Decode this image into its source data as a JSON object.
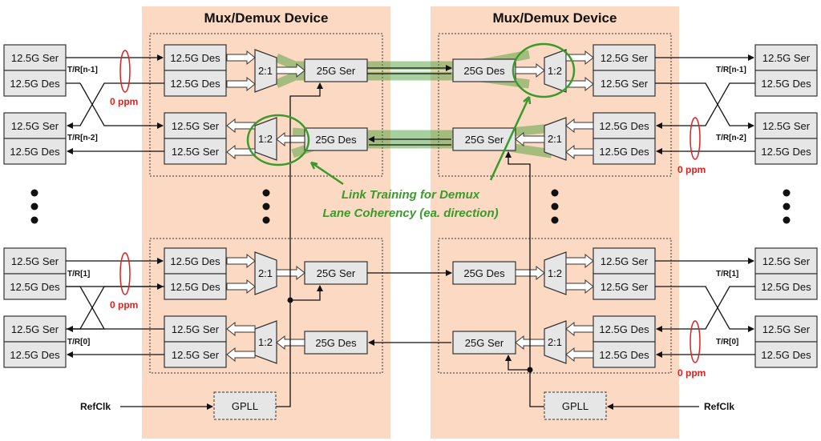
{
  "devices": [
    {
      "title": "Mux/Demux Device"
    },
    {
      "title": "Mux/Demux Device"
    }
  ],
  "labels": {
    "ser125": "12.5G Ser",
    "des125": "12.5G Des",
    "ser25": "25G Ser",
    "des25": "25G Des",
    "mux": "2:1",
    "demux": "1:2",
    "gpll": "GPLL",
    "refclk": "RefClk",
    "ppm": "0 ppm"
  },
  "lanes": [
    "T/R[n-1]",
    "T/R[n-2]",
    "T/R[1]",
    "T/R[0]"
  ],
  "annotation": {
    "line1": "Link Training for Demux",
    "line2": "Lane Coherency (ea. direction)"
  },
  "colors": {
    "device_bg": "#fbd9c3",
    "highlight": "#3a9a2a",
    "ppm": "#e0201c"
  }
}
